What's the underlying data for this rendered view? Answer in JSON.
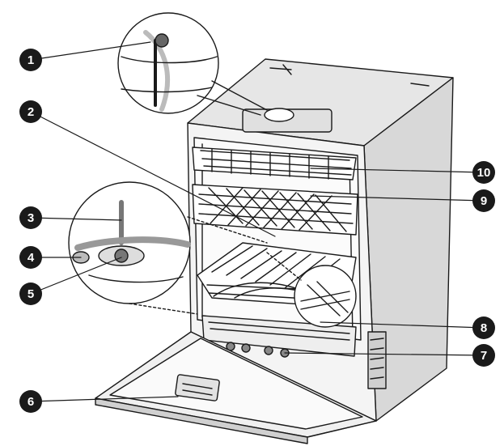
{
  "figure": {
    "callouts": [
      {
        "number": "1"
      },
      {
        "number": "2"
      },
      {
        "number": "3"
      },
      {
        "number": "4"
      },
      {
        "number": "5"
      },
      {
        "number": "6"
      },
      {
        "number": "7"
      },
      {
        "number": "8"
      },
      {
        "number": "9"
      },
      {
        "number": "10"
      }
    ],
    "colors": {
      "line": "#1a1a1a",
      "callout_fill": "#1a1a1a",
      "callout_text": "#ffffff",
      "body_fill": "#f4f4f4",
      "top_fill": "#e6e6e6",
      "side_fill": "#d8d8d8"
    }
  }
}
